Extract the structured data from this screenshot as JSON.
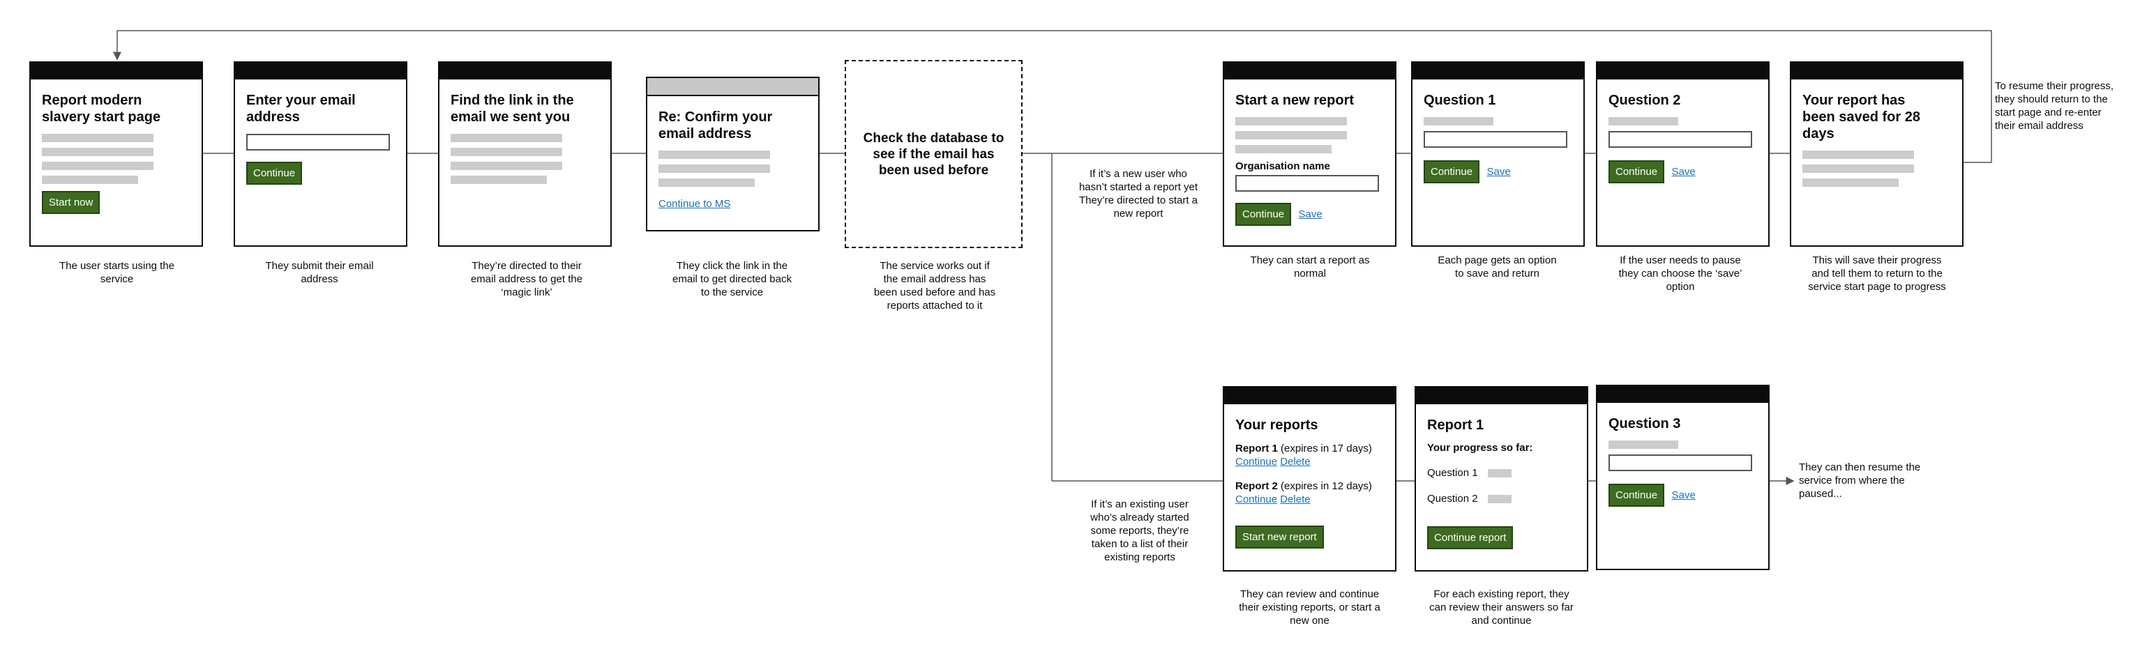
{
  "screens": {
    "start": {
      "title": "Report modern slavery start page",
      "button": "Start now"
    },
    "email": {
      "title": "Enter your email address",
      "button": "Continue"
    },
    "find_link": {
      "title": "Find the link in the email we sent you"
    },
    "confirm": {
      "title": "Re: Confirm your email address",
      "link": "Continue to MS"
    },
    "check_db": {
      "title": "Check the database to see if the email has been used before"
    },
    "new_report": {
      "title": "Start a new report",
      "field_label": "Organisation name",
      "button": "Continue",
      "save": "Save"
    },
    "q1": {
      "title": "Question 1",
      "button": "Continue",
      "save": "Save"
    },
    "q2": {
      "title": "Question 2",
      "button": "Continue",
      "save": "Save"
    },
    "saved": {
      "title": "Your report has been saved for 28 days"
    },
    "your_reports": {
      "title": "Your reports",
      "report1_name": "Report 1",
      "report1_expiry": " (expires in 17 days)",
      "report2_name": "Report 2",
      "report2_expiry": " (expires in 12 days)",
      "continue": "Continue",
      "delete": "Delete",
      "button": "Start new report"
    },
    "report1": {
      "title": "Report 1",
      "progress": "Your progress so far:",
      "q1": "Question 1",
      "q2": "Question 2",
      "button": "Continue report"
    },
    "q3": {
      "title": "Question 3",
      "button": "Continue",
      "save": "Save"
    }
  },
  "captions": {
    "start": "The user starts using the service",
    "email": "They submit their email address",
    "find_link": "They’re directed to their email address to get the ‘magic link’",
    "confirm": "They click the link in the email to get directed back to the service",
    "check_db": "The service works out if the email address has been used before and has reports attached to it",
    "new_user": "If it’s a new user who hasn’t started a report yet They’re directed to start a new report",
    "new_report": "They can start a report as normal",
    "q1": "Each page gets an option to save and return",
    "q2": "If the user needs to pause they can choose the ‘save’ option",
    "saved": "This will save their progress and tell them to return to the service start page to progress",
    "resume": "To resume their progress, they should return to the start page and re-enter their email address",
    "existing_user": "If it’s an existing user who’s already started some reports, they’re taken to a list of their existing reports",
    "your_reports": "They can review and continue their existing reports, or start a new one",
    "report1": "For each existing report, they can review their answers so far and continue",
    "q3": "They can then resume the service from where the paused..."
  }
}
